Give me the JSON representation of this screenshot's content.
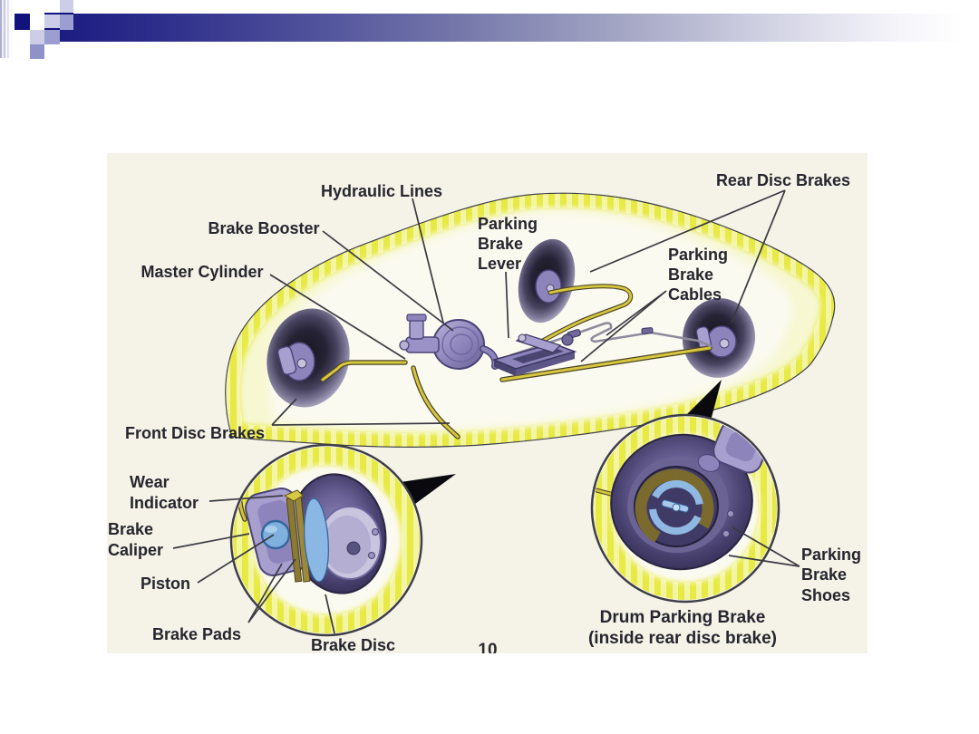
{
  "slide": {
    "kind": "presentation-slide",
    "page_number": "10"
  },
  "diagram": {
    "title_implied": "Brake system components",
    "labels": {
      "hydraulic_lines": "Hydraulic Lines",
      "brake_booster": "Brake Booster",
      "master_cylinder": "Master Cylinder",
      "front_disc_brakes": "Front Disc Brakes",
      "rear_disc_brakes": "Rear Disc Brakes",
      "parking_brake_lever": [
        "Parking",
        "Brake",
        "Lever"
      ],
      "parking_brake_cables": [
        "Parking",
        "Brake",
        "Cables"
      ],
      "wear_indicator": [
        "Wear",
        "Indicator"
      ],
      "brake_caliper": [
        "Brake",
        "Caliper"
      ],
      "piston": "Piston",
      "brake_pads": "Brake Pads",
      "brake_disc": "Brake Disc",
      "parking_brake_shoes": [
        "Parking",
        "Brake",
        "Shoes"
      ],
      "drum_parking_brake": [
        "Drum Parking Brake",
        "(inside rear disc brake)"
      ]
    },
    "colors": {
      "header_navy": "#12127C",
      "header_lavender_light": "#CDCDE8",
      "header_lavender_mid": "#9C9ED2",
      "diagram_background": "#F5F2E8",
      "glow_yellow": "#E7EA45",
      "component_purple": "#8D84BB",
      "component_purple_dark": "#4A4477",
      "caliper_blue": "#7FB0DE",
      "pad_olive": "#8A7A33",
      "brake_line_yellow": "#D7C63E",
      "cable_gray": "#8E8B9E",
      "wheel_dark": "#17151F",
      "label_text": "#26262E",
      "callout_black": "#0A0A0E"
    }
  }
}
